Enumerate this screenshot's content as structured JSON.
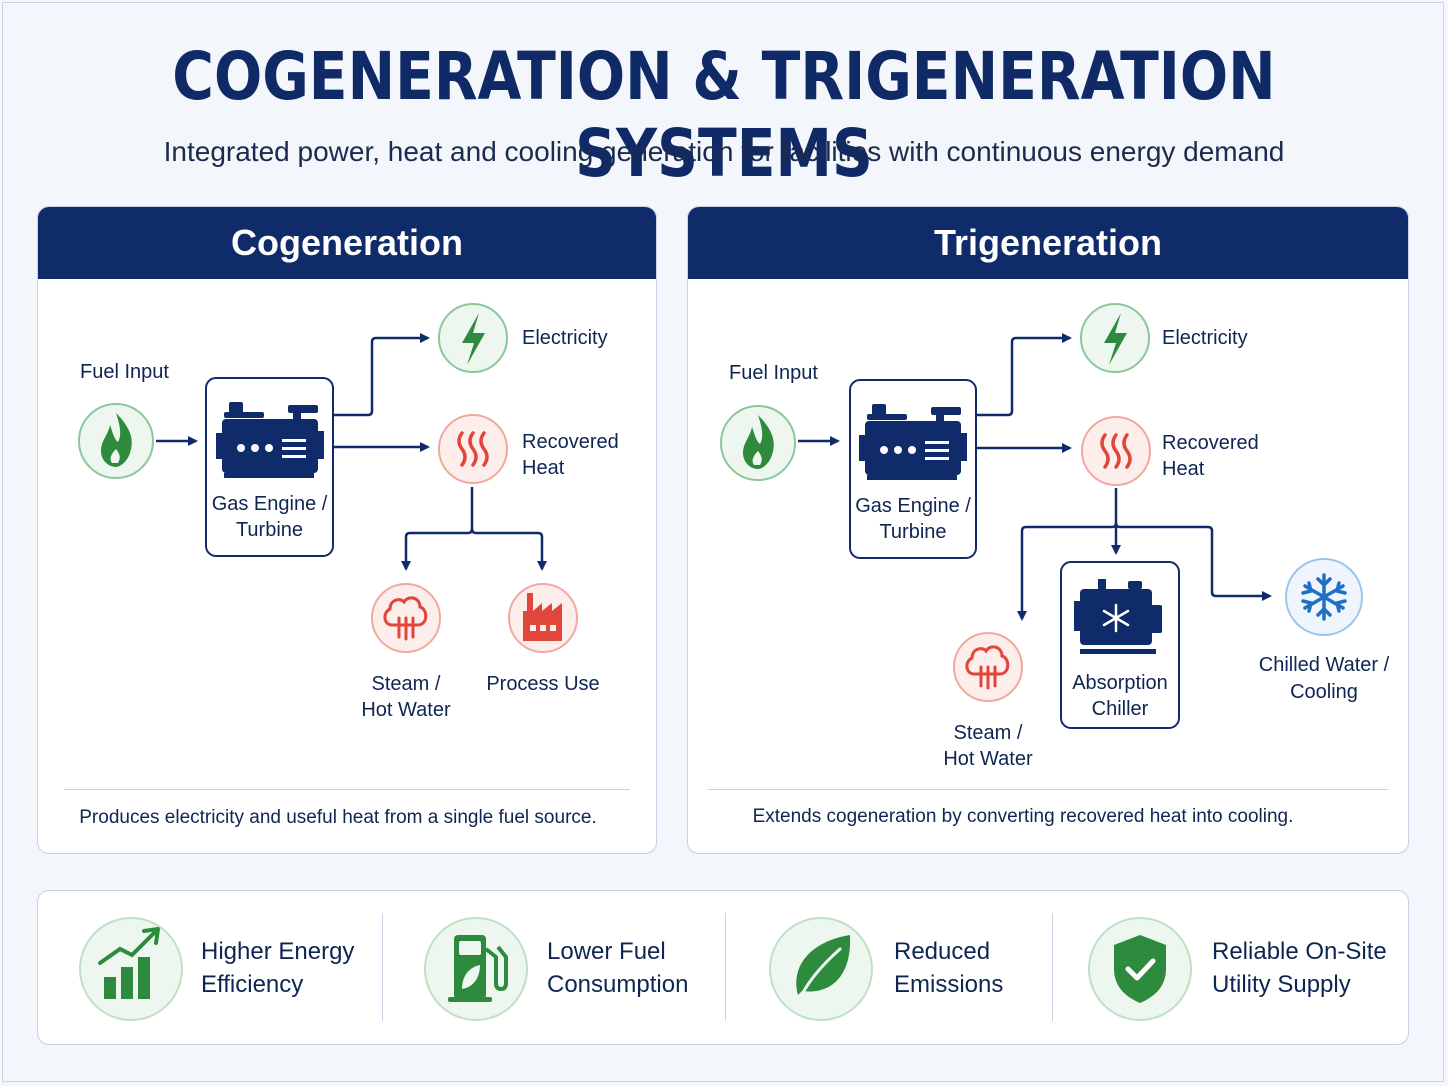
{
  "title": "COGENERATION & TRIGENERATION SYSTEMS",
  "subtitle": "Integrated power, heat and cooling generation for facilities with continuous energy demand",
  "cogeneration": {
    "header": "Cogeneration",
    "fuel_input": "Fuel Input",
    "engine_line1": "Gas Engine /",
    "engine_line2": "Turbine",
    "electricity": "Electricity",
    "recovered_line1": "Recovered",
    "recovered_line2": "Heat",
    "steam_line1": "Steam /",
    "steam_line2": "Hot Water",
    "process_use": "Process Use",
    "caption": "Produces electricity and useful heat from a single fuel source."
  },
  "trigeneration": {
    "header": "Trigeneration",
    "fuel_input": "Fuel Input",
    "engine_line1": "Gas Engine /",
    "engine_line2": "Turbine",
    "electricity": "Electricity",
    "recovered_line1": "Recovered",
    "recovered_line2": "Heat",
    "steam_line1": "Steam /",
    "steam_line2": "Hot Water",
    "chiller_line1": "Absorption",
    "chiller_line2": "Chiller",
    "chilled_line1": "Chilled Water /",
    "chilled_line2": "Cooling",
    "caption": "Extends cogeneration by converting recovered heat into cooling."
  },
  "benefits": [
    {
      "line1": "Higher Energy",
      "line2": "Efficiency",
      "icon": "efficiency-chart-icon"
    },
    {
      "line1": "Lower Fuel",
      "line2": "Consumption",
      "icon": "fuel-pump-icon"
    },
    {
      "line1": "Reduced",
      "line2": "Emissions",
      "icon": "leaf-icon"
    },
    {
      "line1": "Reliable On-Site",
      "line2": "Utility Supply",
      "icon": "shield-check-icon"
    }
  ],
  "colors": {
    "navy": "#102b6a",
    "green": "#2e8b3e",
    "red": "#e0463a",
    "blue": "#1f6fc4"
  }
}
